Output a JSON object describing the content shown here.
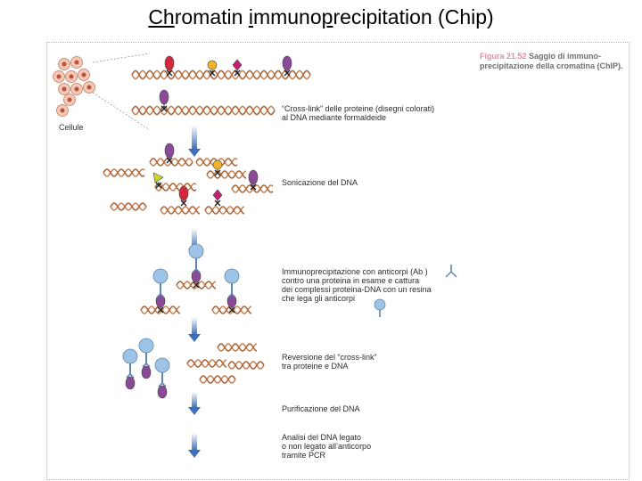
{
  "slide": {
    "title_segments": [
      {
        "text": "Ch",
        "underline": true
      },
      {
        "text": "romatin ",
        "underline": false
      },
      {
        "text": "i",
        "underline": true
      },
      {
        "text": "mmuno",
        "underline": false
      },
      {
        "text": "p",
        "underline": true
      },
      {
        "text": "recipitation (Chip)",
        "underline": false
      }
    ]
  },
  "figure": {
    "caption_number": "Figura 21.52",
    "caption_text": "Saggio di immuno-precipitazione della cromatina (ChIP).",
    "cells_label": "Cellule",
    "steps": [
      {
        "lines": [
          "“Cross-link” delle proteine (disegni colorati)",
          "al DNA mediante formaldeide"
        ]
      },
      {
        "lines": [
          "Sonicazione del DNA"
        ]
      },
      {
        "lines": [
          "Immunoprecipitazione con anticorpi (Ab    )",
          "contro una proteina in esame e cattura",
          "dei complessi proteina-DNA con un resina",
          "che lega gli anticorpi"
        ]
      },
      {
        "lines": [
          "Reversione del “cross-link”",
          "tra proteine e DNA"
        ]
      },
      {
        "lines": [
          "Purificazione del DNA"
        ]
      },
      {
        "lines": [
          "Analisi del DNA legato",
          "o non legato all’anticorpo",
          "tramite PCR"
        ]
      }
    ],
    "colors": {
      "dna": "#c9875a",
      "arrow": "#3f6fb6",
      "protein_red": "#d4283c",
      "protein_yellow": "#f0b429",
      "protein_magenta": "#c81e72",
      "protein_purple": "#8a4a97",
      "antibody": "#9dc3e6",
      "cell_fill": "#f4c8b4",
      "crosslink": "#222222"
    }
  }
}
